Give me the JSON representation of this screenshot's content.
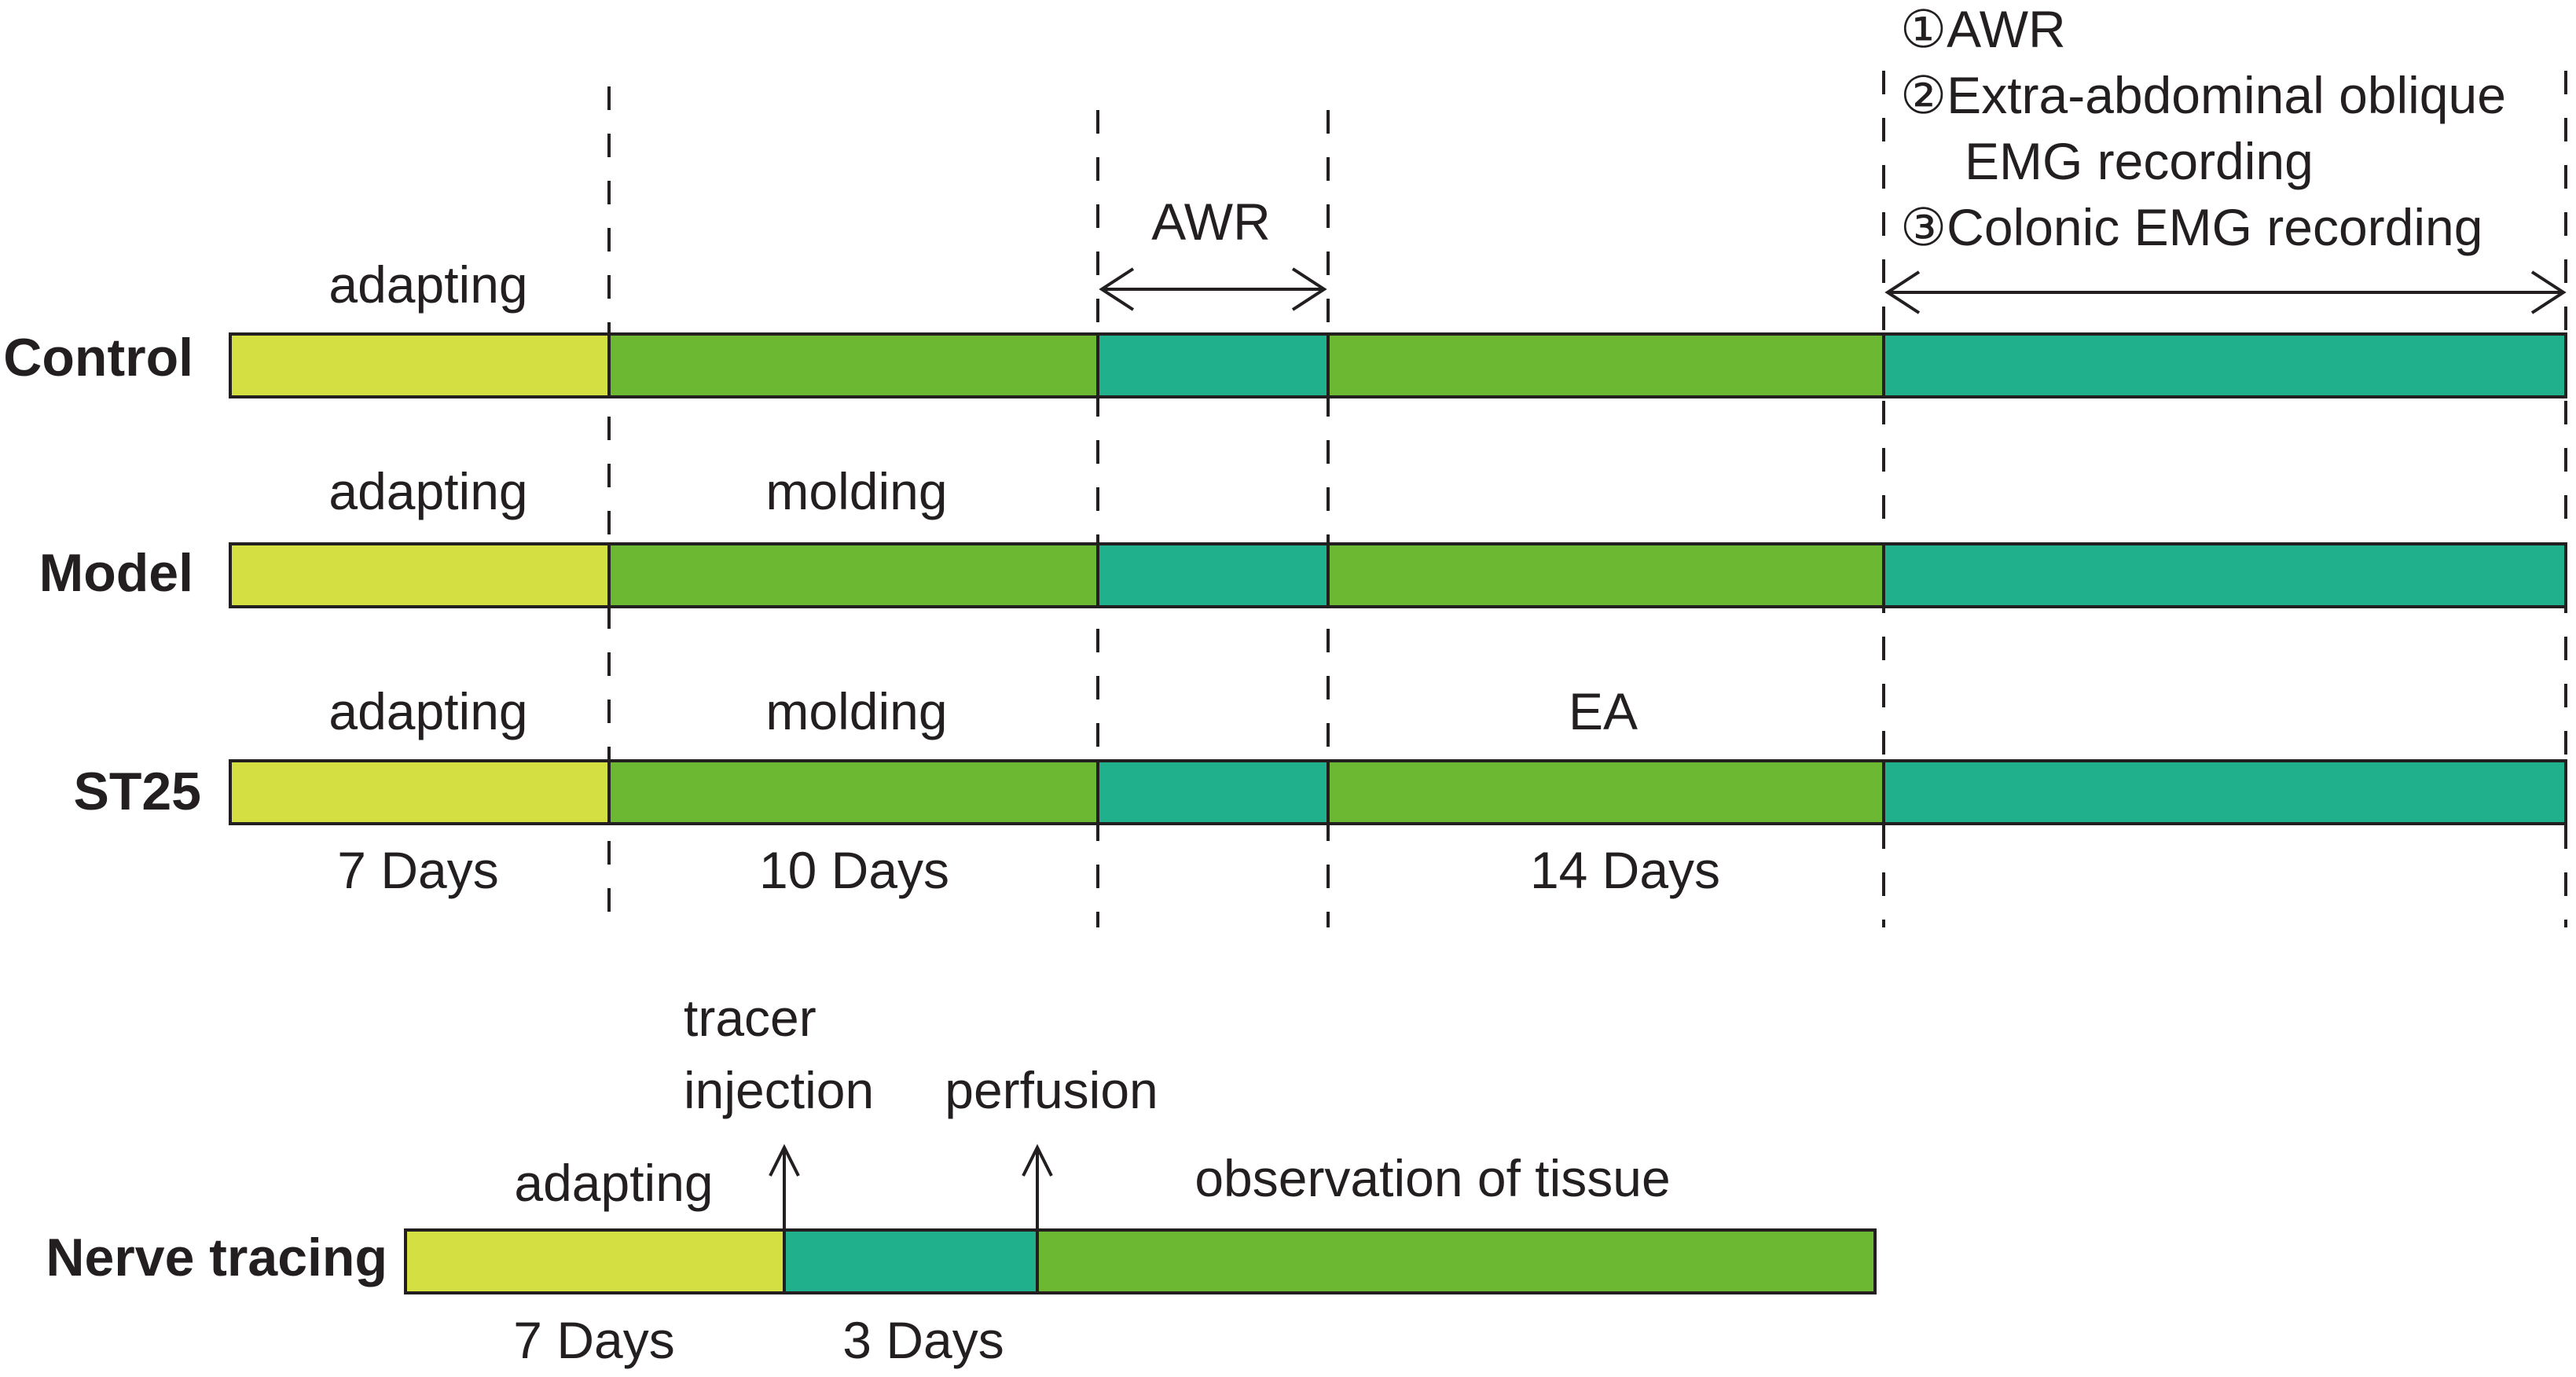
{
  "colors": {
    "adapting": "#d4df42",
    "molding": "#6db832",
    "teal": "#20b08c",
    "line": "#231f20"
  },
  "rows": {
    "control": "Control",
    "model": "Model",
    "st25": "ST25",
    "nerve": "Nerve tracing"
  },
  "phases": {
    "adapting": "adapting",
    "molding": "molding",
    "ea": "EA",
    "awr": "AWR",
    "observation": "observation of tissue"
  },
  "durations": {
    "d7": "7 Days",
    "d10": "10 Days",
    "d14": "14 Days",
    "d3": "3 Days"
  },
  "tests": {
    "t1": "①AWR",
    "t2": "②Extra-abdominal oblique",
    "t2b": "EMG recording",
    "t3": "③Colonic EMG recording"
  },
  "nerve_events": {
    "tracer": "tracer",
    "injection": "injection",
    "perfusion": "perfusion"
  }
}
